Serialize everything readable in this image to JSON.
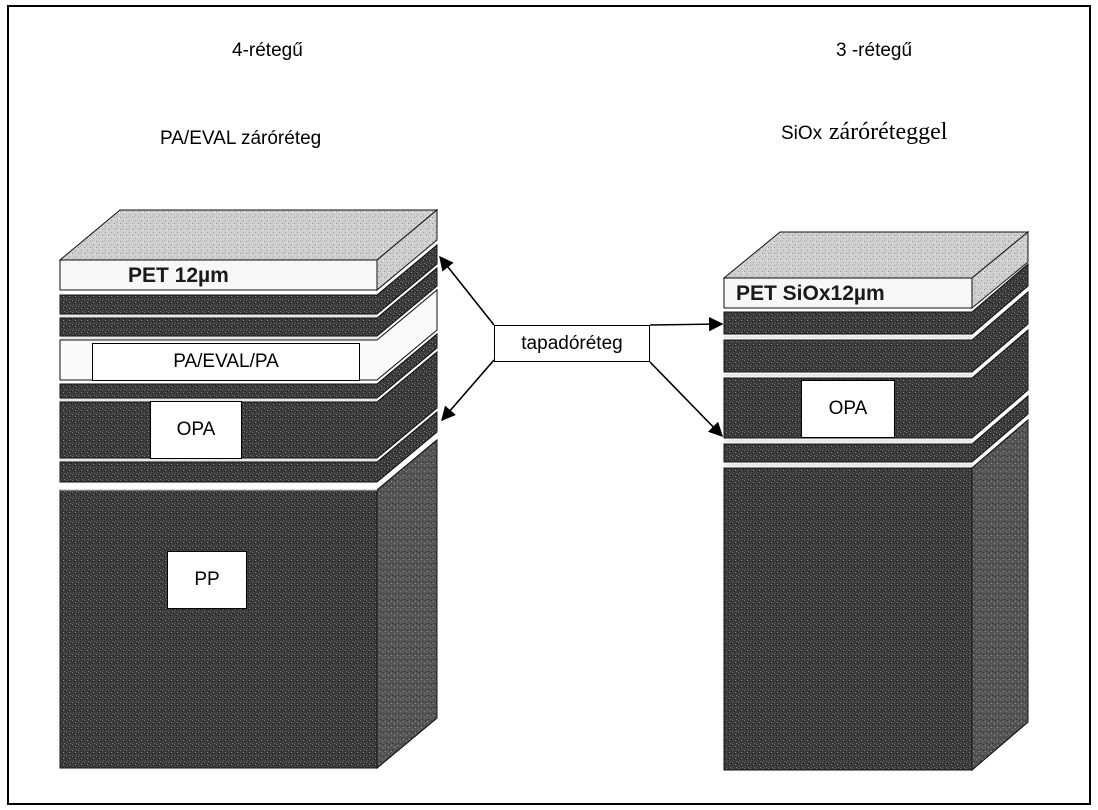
{
  "headings": {
    "left_count": "4-rétegű",
    "right_count": "3 -rétegű",
    "left_barrier": "PA/EVAL záróréteg",
    "right_barrier_prefix": "SiOx",
    "right_barrier_suffix": "záróréteggel"
  },
  "left_stack": {
    "top_film": "PET 12µm",
    "barrier_layer": "PA/EVAL/PA",
    "middle_layer": "OPA",
    "base_layer": "PP"
  },
  "right_stack": {
    "top_film": "PET SiOx12µm",
    "middle_layer": "OPA"
  },
  "adhesive_label": "tapadóréteg"
}
